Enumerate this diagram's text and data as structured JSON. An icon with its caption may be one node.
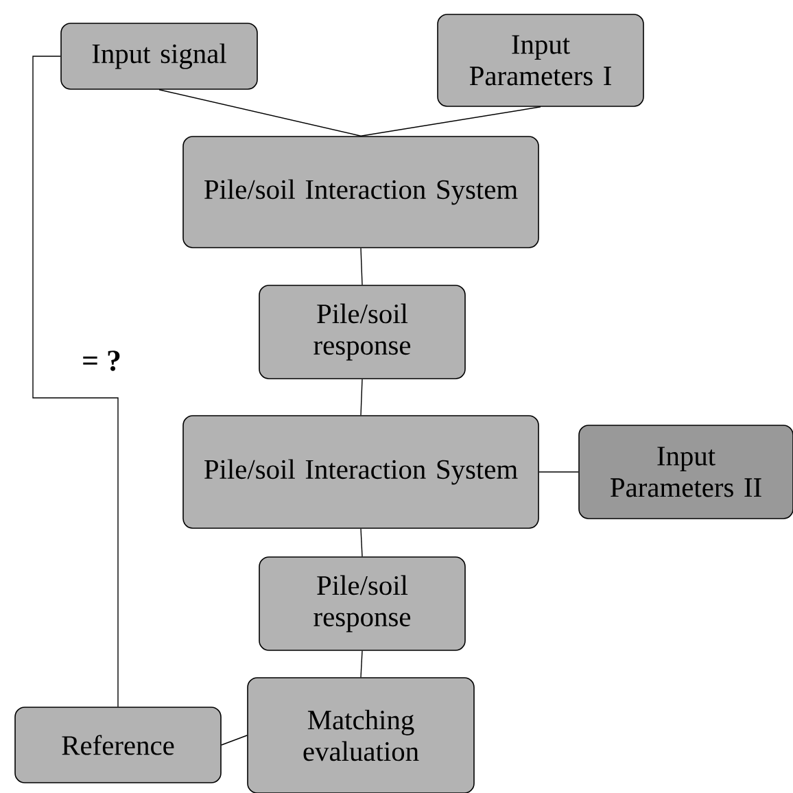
{
  "diagram": {
    "nodes": [
      {
        "text": [
          "Input signal"
        ]
      },
      {
        "text": [
          "Input Parameters I"
        ]
      },
      {
        "text": [
          "Pile/soil Interaction System"
        ]
      },
      {
        "text": [
          "Pile/soil response"
        ]
      },
      {
        "text": [
          "Pile/soil Interaction System"
        ]
      },
      {
        "text": [
          "Input Parameters II"
        ]
      },
      {
        "text": [
          "Pile/soil response"
        ]
      },
      {
        "text": [
          "Matching evaluation"
        ]
      },
      {
        "text": [
          "Reference"
        ]
      }
    ],
    "edges": [
      {
        "from": 0,
        "to": 2,
        "arrow": "none"
      },
      {
        "from": 1,
        "to": 2,
        "arrow": "none"
      },
      {
        "from": 2,
        "to": 3,
        "arrow": "none"
      },
      {
        "from": 3,
        "to": 4,
        "arrow": "none"
      },
      {
        "from": 5,
        "to": 4,
        "arrow": "none"
      },
      {
        "from": 4,
        "to": 6,
        "arrow": "none"
      },
      {
        "from": 6,
        "to": 7,
        "arrow": "none"
      },
      {
        "from": 8,
        "to": 7,
        "arrow": "none"
      },
      {
        "from": 8,
        "to": 0,
        "arrow": "none"
      }
    ],
    "labels": [
      "= ?"
    ]
  }
}
